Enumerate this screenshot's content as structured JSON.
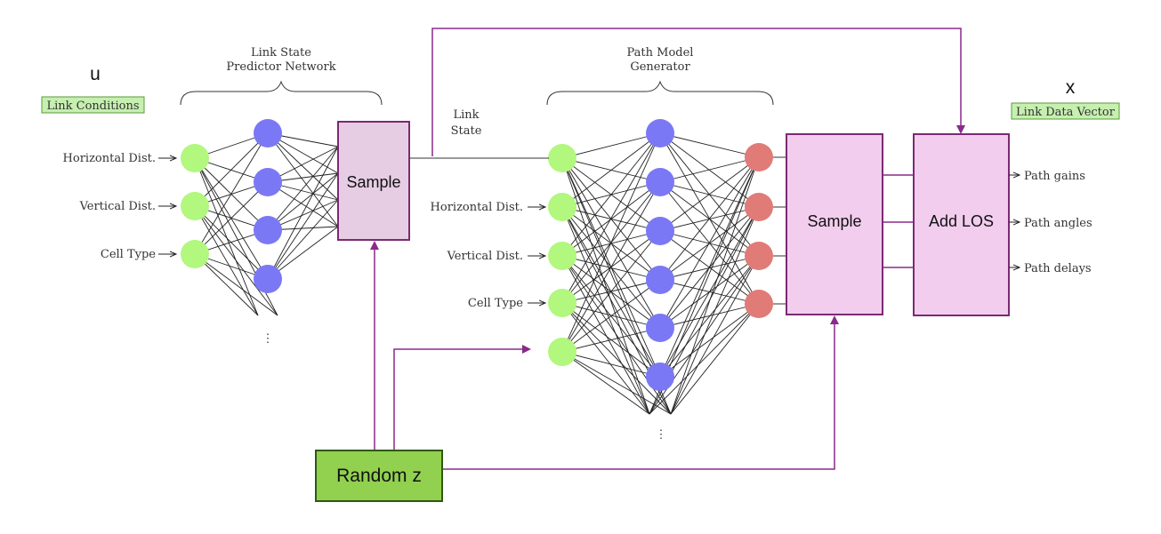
{
  "symbols": {
    "u": "u",
    "x": "x"
  },
  "tags": {
    "link_conditions": "Link Conditions",
    "link_data_vector": "Link Data Vector"
  },
  "network1": {
    "title_line1": "Link State",
    "title_line2": "Predictor Network",
    "inputs": [
      "Horizontal Dist.",
      "Vertical Dist.",
      "Cell Type"
    ]
  },
  "network2": {
    "title_line1": "Path Model",
    "title_line2": "Generator",
    "inputs": [
      "Horizontal Dist.",
      "Vertical Dist.",
      "Cell Type"
    ]
  },
  "link_state": {
    "line1": "Link",
    "line2": "State"
  },
  "blocks": {
    "sample1": "Sample",
    "sample2": "Sample",
    "add_los": "Add LOS",
    "random_z": "Random z"
  },
  "outputs": [
    "Path gains",
    "Path angles",
    "Path delays"
  ],
  "ellipsis": "⋮",
  "colors": {
    "green_node": "#b2f77e",
    "blue_node": "#7b78f5",
    "red_node": "#e07b78",
    "block_fill": "#f2cdee",
    "sample1_fill": "#e6cde4",
    "block_border": "#7a2a72",
    "random_fill": "#92d050",
    "random_border": "#2e5a14",
    "tag_fill": "#c6efb0",
    "tag_border": "#5b9b3a",
    "arrow_purple": "#8a2a8a"
  }
}
